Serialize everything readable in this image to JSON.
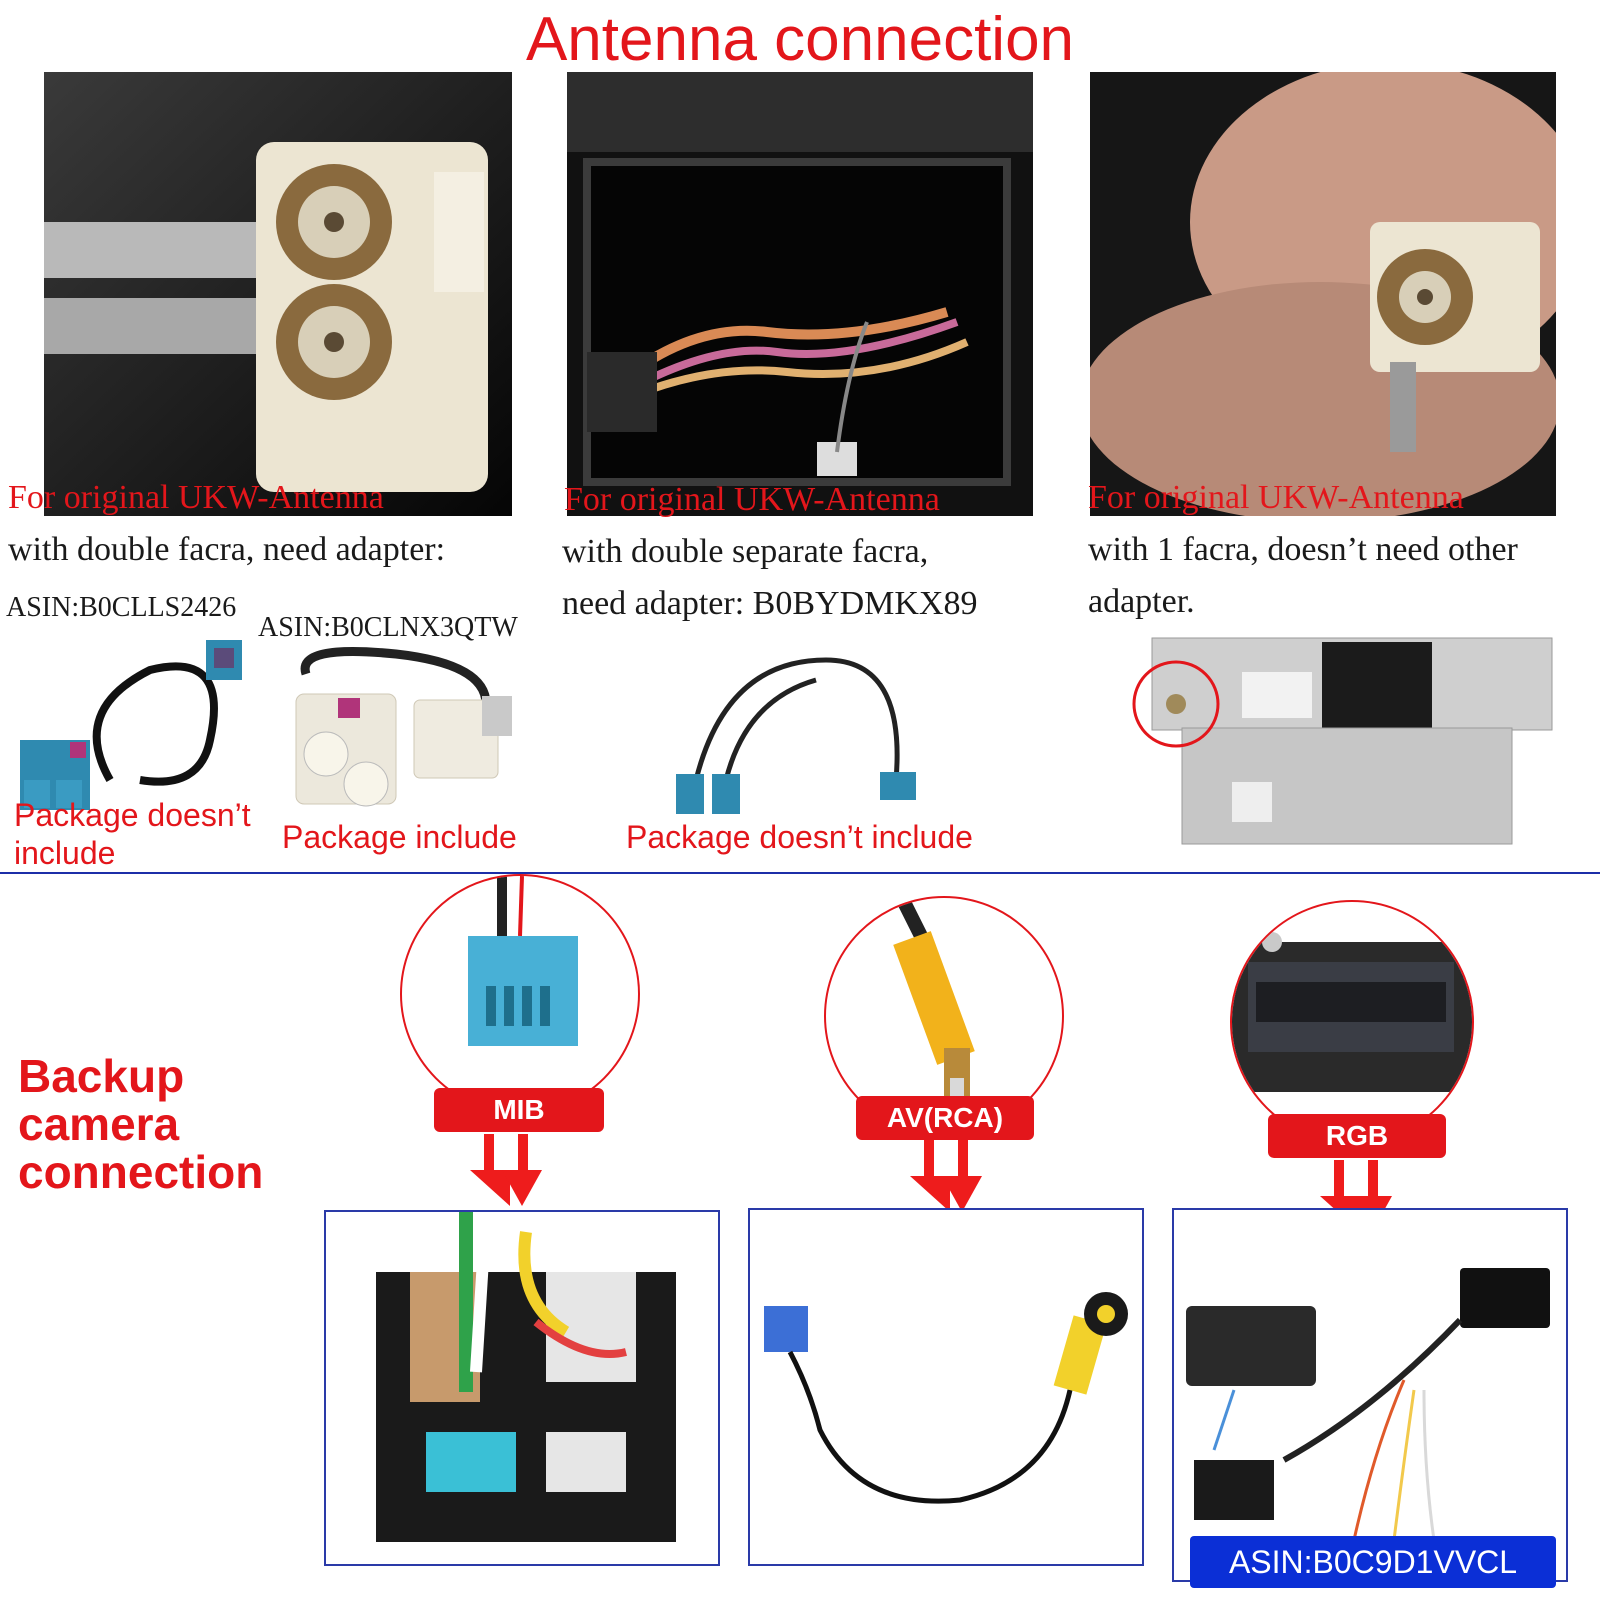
{
  "antenna": {
    "title": "Antenna connection",
    "col1": {
      "caption_red": "For original UKW-Antenna",
      "caption_line": "with double facra, need adapter:",
      "asin_a": "ASIN:B0CLLS2426",
      "asin_b": "ASIN:B0CLNX3QTW",
      "pkg_a_line1": "Package doesn’t",
      "pkg_a_line2": "include",
      "pkg_b": "Package include"
    },
    "col2": {
      "caption_red": "For original UKW-Antenna",
      "caption_line1": "with double separate facra,",
      "caption_line2": "need adapter: B0BYDMKX89",
      "pkg": "Package doesn’t  include"
    },
    "col3": {
      "caption_red": "For original UKW-Antenna",
      "caption_line1": "with 1 facra, doesn’t need other",
      "caption_line2": "adapter."
    }
  },
  "backup": {
    "title_line1": "Backup",
    "title_line2": "camera",
    "title_line3": "connection",
    "tags": [
      "MIB",
      "AV(RCA)",
      "RGB"
    ],
    "asin": "ASIN:B0C9D1VVCL"
  },
  "colors": {
    "accent_red": "#e3161b",
    "divider_blue": "#1c2ea8",
    "asin_blue": "#0b2fd6"
  }
}
